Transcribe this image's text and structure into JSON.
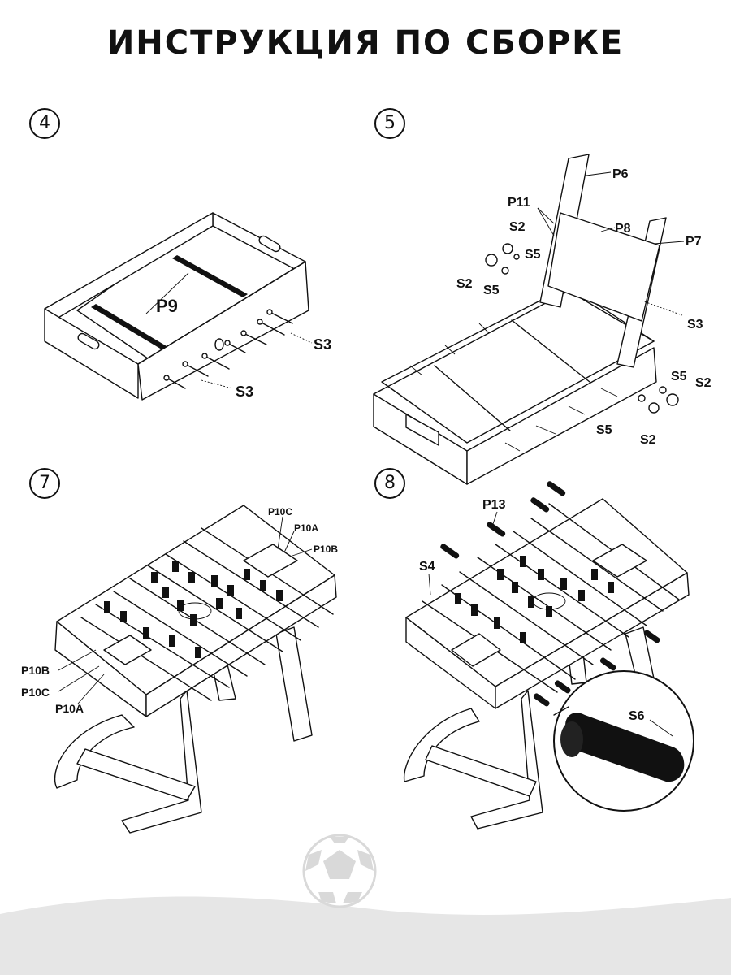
{
  "title": "ИНСТРУКЦИЯ ПО СБОРКЕ",
  "steps": [
    {
      "number": "4",
      "labels": {
        "p9": "P9",
        "s3_top": "S3",
        "s3_bottom": "S3"
      }
    },
    {
      "number": "5",
      "labels": {
        "p6": "P6",
        "p11": "P11",
        "p8": "P8",
        "p7": "P7",
        "s2_a": "S2",
        "s5_a": "S5",
        "s2_b": "S2",
        "s5_b": "S5",
        "s3": "S3",
        "s5_c": "S5",
        "s2_c": "S2",
        "s5_d": "S5",
        "s2_d": "S2"
      }
    },
    {
      "number": "7",
      "labels": {
        "p10c_top": "P10C",
        "p10a_top": "P10A",
        "p10b_top": "P10B",
        "p10b_bottom": "P10B",
        "p10c_bottom": "P10C",
        "p10a_bottom": "P10A"
      }
    },
    {
      "number": "8",
      "labels": {
        "p13": "P13",
        "s4": "S4",
        "s6": "S6"
      }
    }
  ],
  "colors": {
    "ink": "#111111",
    "footer": "#e6e6e6",
    "ball": "#d9d9d9"
  },
  "icons": [
    "soccer-ball-icon"
  ]
}
